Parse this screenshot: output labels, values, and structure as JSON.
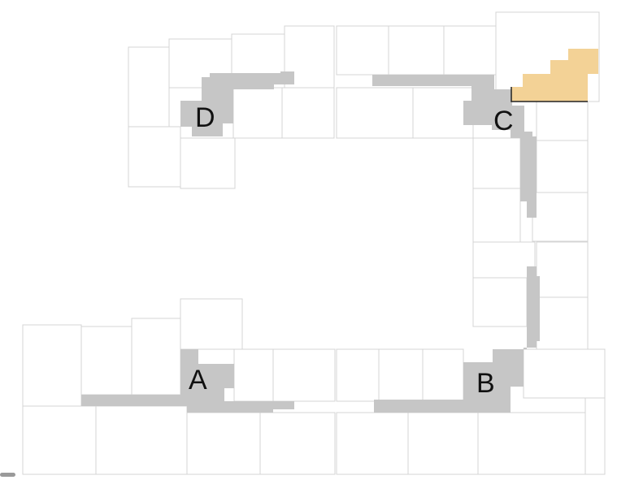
{
  "wings": [
    {
      "label": "A"
    },
    {
      "label": "B"
    },
    {
      "label": "C"
    },
    {
      "label": "D"
    }
  ],
  "highlighted_unit": {
    "wing": "C",
    "color": "#f3d296"
  },
  "colors": {
    "corridor": "#c6c6c6",
    "unit_outline": "#d4d4d4",
    "highlight": "#f3d296"
  }
}
